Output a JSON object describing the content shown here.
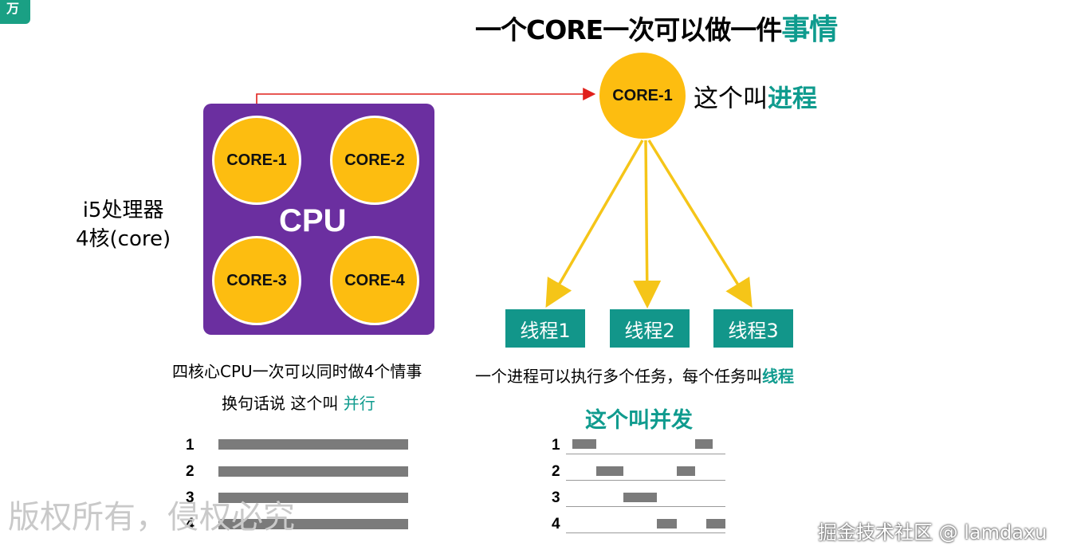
{
  "corner_badge": "万",
  "title": {
    "prefix": "一个CORE一次可以做一件",
    "highlight": "事情"
  },
  "processor": {
    "line1": "i5处理器",
    "line2": "4核(core)"
  },
  "cpu": {
    "label": "CPU",
    "cores": [
      "CORE-1",
      "CORE-2",
      "CORE-3",
      "CORE-4"
    ]
  },
  "process_core": "CORE-1",
  "process_label": {
    "prefix": "这个叫",
    "highlight": "进程"
  },
  "threads": [
    "线程1",
    "线程2",
    "线程3"
  ],
  "parallel": {
    "line1": "四核心CPU一次可以同时做4个情事",
    "line2_prefix": "换句话说 这个叫",
    "line2_highlight": "并行",
    "rows": [
      "1",
      "2",
      "3",
      "4"
    ]
  },
  "thread_desc": {
    "prefix": "一个进程可以执行多个任务，每个任务叫",
    "highlight": "线程"
  },
  "concurrency": {
    "title": "这个叫并发",
    "rows": [
      "1",
      "2",
      "3",
      "4"
    ]
  },
  "watermark": "版权所有，侵权必究",
  "footer": "掘金技术社区 @ lamdaxu",
  "colors": {
    "purple": "#6b2fa0",
    "core_yellow": "#fdbd10",
    "teal": "#12968a",
    "arrow_red": "#e0201b",
    "arrow_yellow": "#f5c518"
  }
}
